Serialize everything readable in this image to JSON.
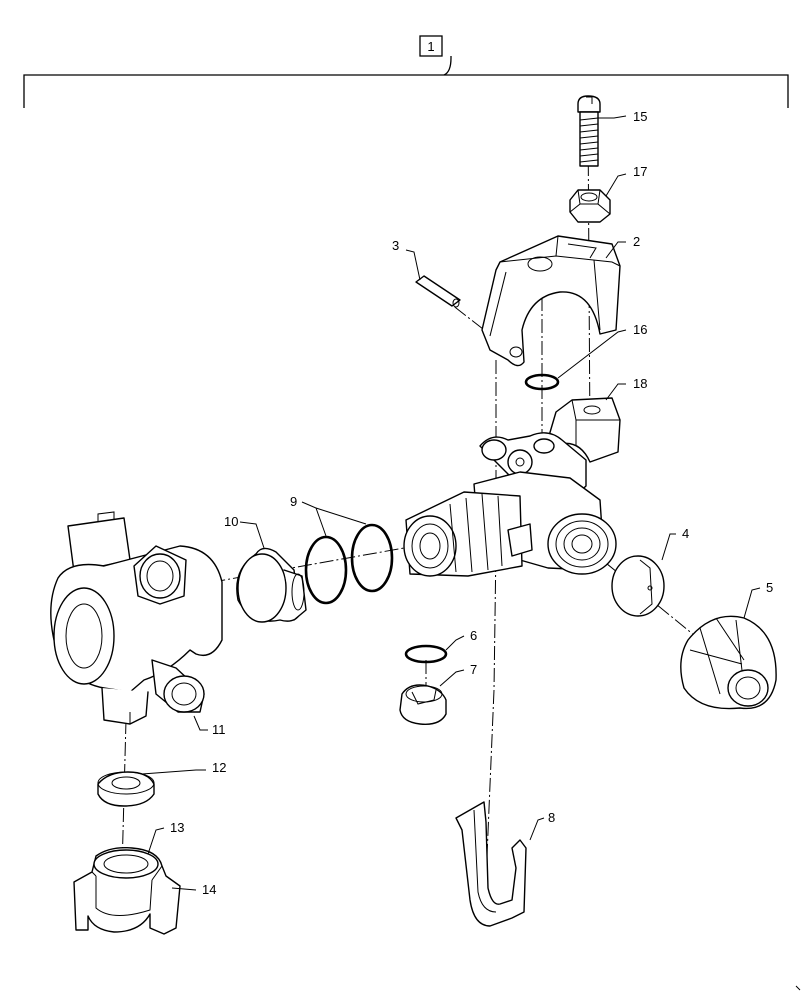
{
  "diagram": {
    "assembly_callout": "1",
    "callouts": {
      "c2": "2",
      "c3": "3",
      "c4": "4",
      "c5": "5",
      "c6": "6",
      "c7": "7",
      "c8": "8",
      "c9": "9",
      "c10": "10",
      "c11": "11",
      "c12": "12",
      "c13": "13",
      "c14": "14",
      "c15": "15",
      "c16": "16",
      "c17": "17",
      "c18": "18"
    }
  }
}
